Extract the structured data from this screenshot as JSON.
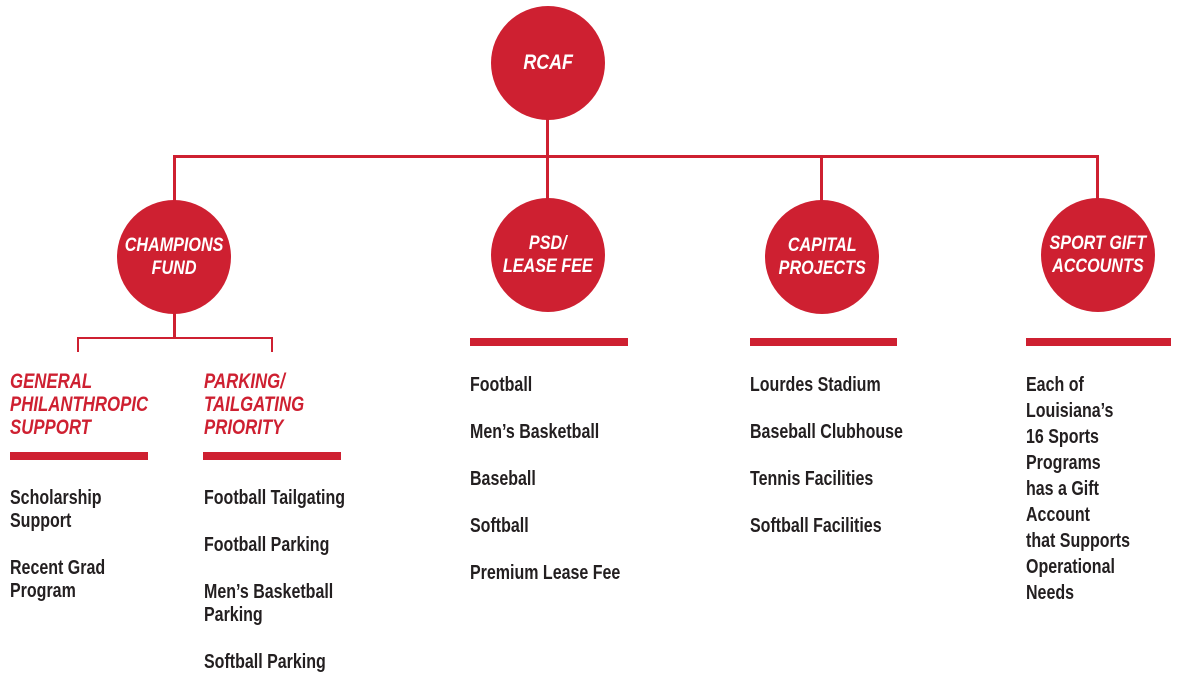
{
  "colors": {
    "brand_red": "#CE2031",
    "text_dark": "#231F20",
    "circle_text": "#FFFFFF"
  },
  "root": {
    "label": "RCAF"
  },
  "branches": [
    {
      "label": "CHAMPIONS\nFUND",
      "groups": [
        {
          "heading": "GENERAL\nPHILANTHROPIC\nSUPPORT",
          "items": [
            "Scholarship\nSupport",
            "Recent Grad\nProgram"
          ]
        },
        {
          "heading": "PARKING/\nTAILGATING\nPRIORITY",
          "items": [
            "Football Tailgating",
            "Football Parking",
            "Men’s Basketball\nParking",
            "Softball Parking"
          ]
        }
      ]
    },
    {
      "label": "PSD/\nLEASE FEE",
      "items": [
        "Football",
        "Men’s Basketball",
        "Baseball",
        "Softball",
        "Premium Lease Fee"
      ]
    },
    {
      "label": "CAPITAL\nPROJECTS",
      "items": [
        "Lourdes Stadium",
        "Baseball Clubhouse",
        "Tennis Facilities",
        "Softball Facilities"
      ]
    },
    {
      "label": "SPORT GIFT\nACCOUNTS",
      "description": "Each of Louisiana’s\n16 Sports Programs\nhas a Gift Account\nthat Supports\nOperational Needs"
    }
  ]
}
